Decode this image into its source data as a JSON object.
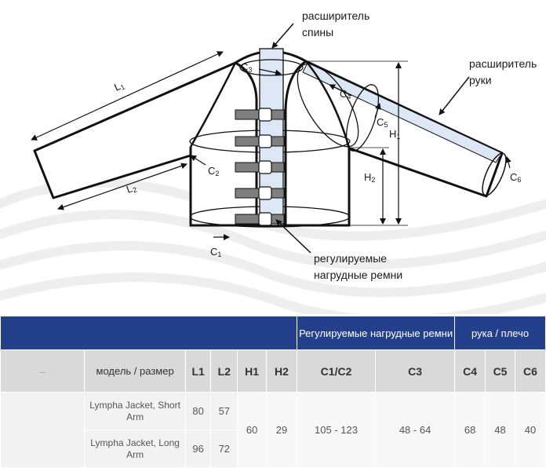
{
  "labels": {
    "back_extender": [
      "расширитель",
      "спины"
    ],
    "arm_extender": [
      "расширитель",
      "руки"
    ],
    "straps": [
      "регулируемые",
      "нагрудные ремни"
    ]
  },
  "dims": {
    "L1": {
      "main": "L",
      "sub": "1"
    },
    "L2": {
      "main": "L",
      "sub": "2"
    },
    "C1": {
      "main": "C",
      "sub": "1"
    },
    "C2": {
      "main": "C",
      "sub": "2"
    },
    "C3": {
      "main": "C",
      "sub": "3"
    },
    "C4": {
      "main": "C",
      "sub": "4"
    },
    "C5": {
      "main": "C",
      "sub": "5"
    },
    "C6": {
      "main": "C",
      "sub": "6"
    },
    "H1": {
      "main": "H",
      "sub": "1"
    },
    "H2": {
      "main": "H",
      "sub": "2"
    }
  },
  "table": {
    "group_straps": "Регулируемые нагрудные ремни",
    "group_arm": "рука / плечо",
    "corner": "–",
    "model_header": "модель / размер",
    "headers": [
      "L1",
      "L2",
      "H1",
      "H2",
      "C1/C2",
      "C3",
      "C4",
      "C5",
      "C6"
    ],
    "rows": [
      {
        "name": "Lympha Jacket, Short Arm",
        "L1": "80",
        "L2": "57"
      },
      {
        "name": "Lympha Jacket, Long Arm",
        "L1": "96",
        "L2": "72"
      }
    ],
    "shared": {
      "H1": "60",
      "H2": "29",
      "C1C2": "105 - 123",
      "C3": "48 - 64",
      "C4": "68",
      "C5": "48",
      "C6": "40"
    }
  },
  "colors": {
    "band": "#24408c",
    "header_bg": "#d9d9d9",
    "row_bg": "#f2f2f2",
    "extender": "#dde6f5",
    "strap": "#7f7f7f",
    "watermark": "#eeeeee"
  }
}
